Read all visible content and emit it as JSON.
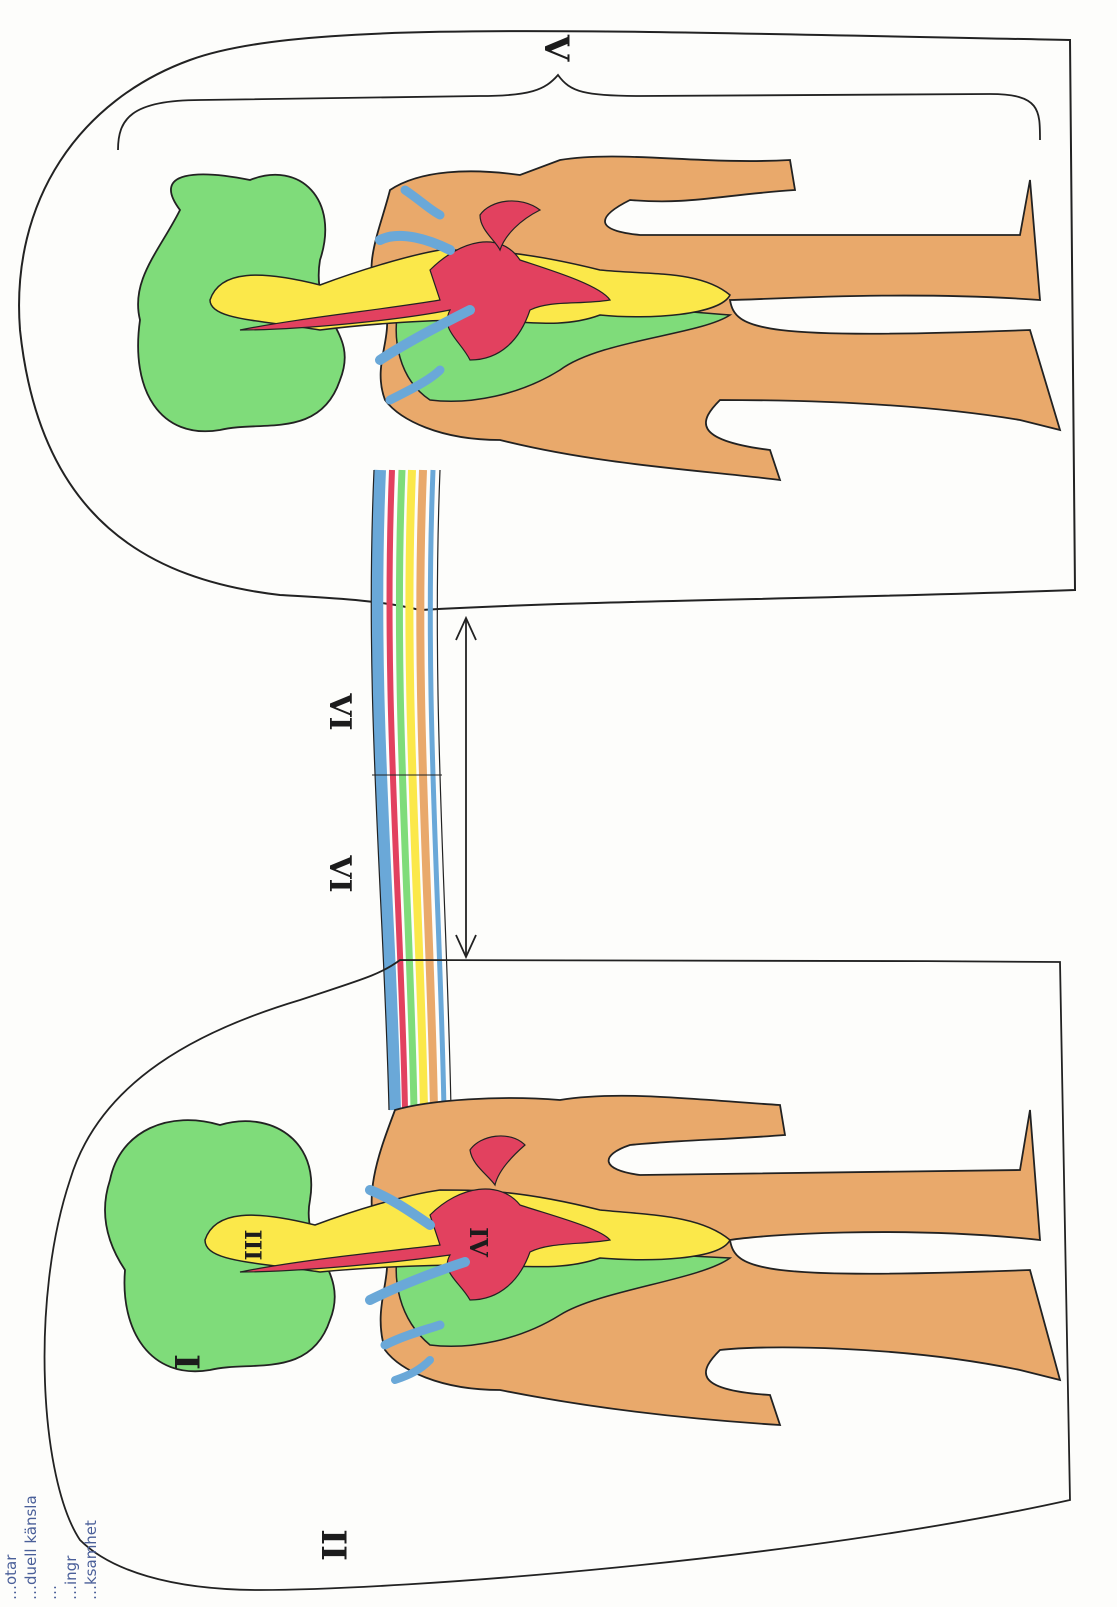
{
  "labels": {
    "one": "I",
    "two": "II",
    "three": "III",
    "four": "IV",
    "five": "V",
    "six_a": "VI",
    "six_b": "VI"
  },
  "margin_notes": [
    "…otar",
    "…duell känsla",
    "…",
    "…ingr",
    "…ksamhet"
  ],
  "colors": {
    "paper": "#fdfdfb",
    "body": "#e9a96b",
    "aura_green": "#7fdc7a",
    "yellow": "#fbe84a",
    "red": "#e2415f",
    "blue": "#6aa8d8",
    "outline": "#222222",
    "note_ink": "#4a5f99"
  }
}
